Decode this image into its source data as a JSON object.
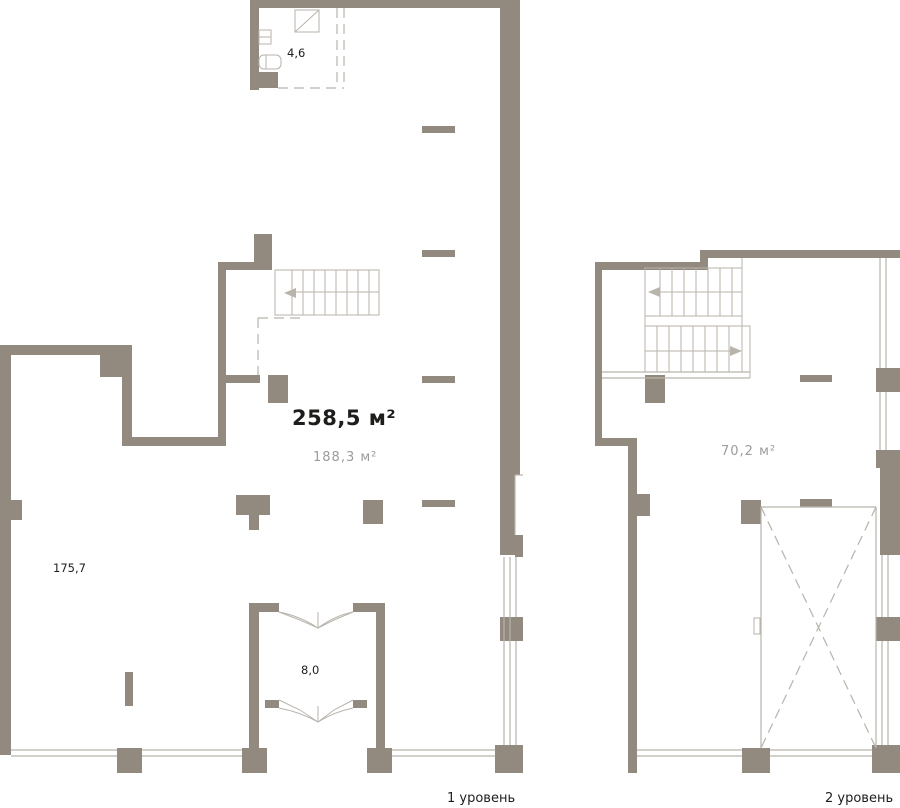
{
  "colors": {
    "wall": "#928a7f",
    "line": "#b8b3ab",
    "text": "#1d1d1b",
    "muted": "#9c9c9c"
  },
  "areas": {
    "total": "258,5 м²",
    "level1_total": "188,3 м²",
    "level2_total": "70,2 м²"
  },
  "rooms": {
    "bathroom": "4,6",
    "main_hall": "175,7",
    "vestibule": "8,0"
  },
  "levels": {
    "level1": "1 уровень",
    "level2": "2 уровень"
  }
}
